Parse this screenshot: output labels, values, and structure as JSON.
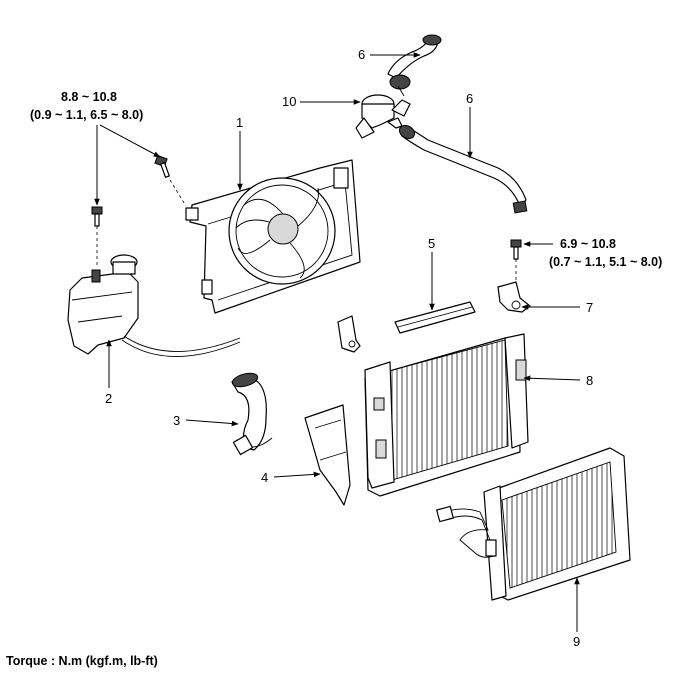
{
  "callouts": {
    "c1": "1",
    "c2": "2",
    "c3": "3",
    "c4": "4",
    "c5": "5",
    "c6a": "6",
    "c6b": "6",
    "c7": "7",
    "c8": "8",
    "c9": "9",
    "c10": "10"
  },
  "torque": {
    "left": {
      "line1": "8.8 ~ 10.8",
      "line2": "(0.9 ~ 1.1, 6.5 ~ 8.0)"
    },
    "right": {
      "line1": "6.9 ~ 10.8",
      "line2": "(0.7 ~ 1.1, 5.1 ~ 8.0)"
    }
  },
  "footer": {
    "unit_note": "Torque : N.m (kgf.m, lb-ft)"
  }
}
